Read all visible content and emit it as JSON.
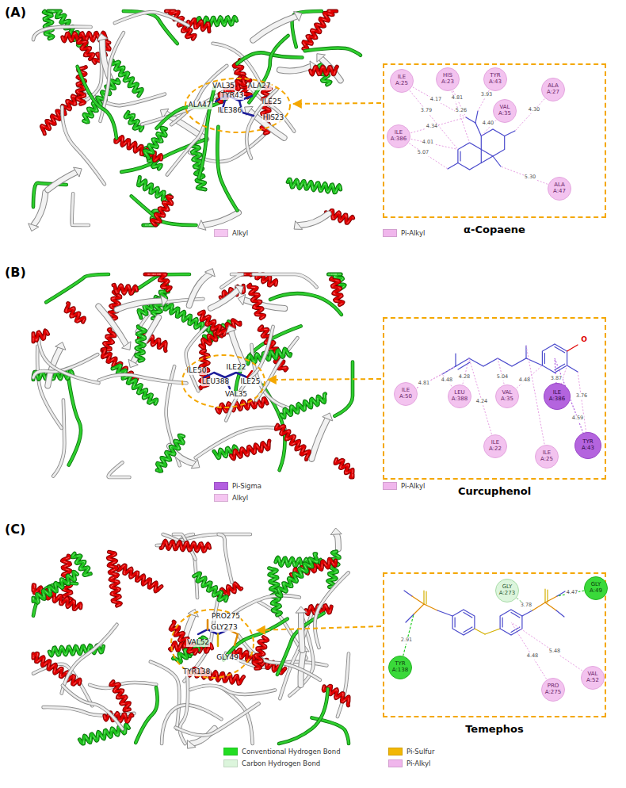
{
  "diagram": {
    "nodes": [
      {
        "text": [
          "α-Copaene"
        ]
      },
      {
        "text": [
          "ILE A:25"
        ],
        "in": 0
      },
      {
        "text": [
          "HIS A:23"
        ],
        "in": 0
      },
      {
        "text": [
          "TYR A:43"
        ],
        "in": 0
      },
      {
        "text": [
          "ALA A:27"
        ],
        "in": 0
      },
      {
        "text": [
          "VAL A:35"
        ],
        "in": 0
      },
      {
        "text": [
          "ILE A:386"
        ],
        "in": 0
      },
      {
        "text": [
          "ALA A:47"
        ],
        "in": 0
      },
      {
        "text": [
          "Curcuphenol"
        ]
      },
      {
        "text": [
          "ILE A:50"
        ],
        "in": 8
      },
      {
        "text": [
          "LEU A:388"
        ],
        "in": 8
      },
      {
        "text": [
          "VAL A:35"
        ],
        "in": 8
      },
      {
        "text": [
          "ILE A:386"
        ],
        "in": 8
      },
      {
        "text": [
          "TYR A:43"
        ],
        "in": 8
      },
      {
        "text": [
          "ILE A:22"
        ],
        "in": 8
      },
      {
        "text": [
          "ILE A:25"
        ],
        "in": 8
      },
      {
        "text": [
          "Temephos"
        ]
      },
      {
        "text": [
          "GLY A:273"
        ],
        "in": 16
      },
      {
        "text": [
          "GLY A:49"
        ],
        "in": 16
      },
      {
        "text": [
          "TYR A:138"
        ],
        "in": 16
      },
      {
        "text": [
          "VAL A:52"
        ],
        "in": 16
      },
      {
        "text": [
          "PRO A:275"
        ],
        "in": 16
      }
    ],
    "labels": [
      "(A)",
      "VAL35",
      "ALA27",
      "TYR43",
      "ILE25",
      "ALA47",
      "ILE386",
      "HIS23",
      "4.17",
      "3.79",
      "4.81",
      "3.93",
      "4.34",
      "4.40",
      "4.01",
      "4.30",
      "5.26",
      "5.07",
      "5.30",
      "(B)",
      "ILE50",
      "ILE22",
      "LEU388",
      "ILE25",
      "VAL35",
      "O",
      "4.81",
      "4.48",
      "4.28",
      "4.24",
      "5.04",
      "3.87",
      "4.48",
      "4.59",
      "3.76",
      "(C)",
      "PRO275",
      "GLY273",
      "VAL52",
      "GLY49",
      "TYR138",
      "3.78",
      "4.47",
      "2.91",
      "5.48",
      "4.48"
    ],
    "legend": [
      {
        "text": "Alkyl",
        "color": "#f5c6f1"
      },
      {
        "text": "Pi-Alkyl",
        "color": "#f0b6ec"
      },
      {
        "text": "Pi-Sigma",
        "color": "#b35ee0"
      },
      {
        "text": "Alkyl",
        "color": "#f5c6f1"
      },
      {
        "text": "Pi-Alkyl",
        "color": "#f0b6ec"
      },
      {
        "text": "Conventional Hydrogen Bond",
        "color": "#22dd22"
      },
      {
        "text": "Carbon Hydrogen Bond",
        "color": "#dcf5dc"
      },
      {
        "text": "Pi-Sulfur",
        "color": "#f2b705"
      },
      {
        "text": "Pi-Alkyl",
        "color": "#f0b6ec"
      }
    ]
  }
}
